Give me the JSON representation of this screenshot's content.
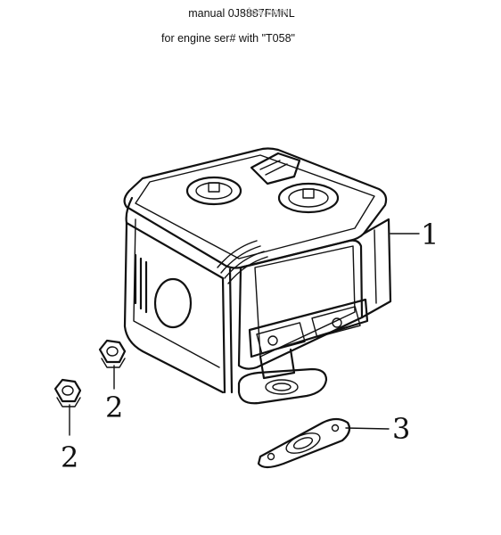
{
  "header": {
    "line1": "manual 0J8887FMNL",
    "line2": "for engine ser# with \"T058\""
  },
  "watermark": "...los.com",
  "callouts": [
    {
      "id": "1",
      "label": "1"
    },
    {
      "id": "2a",
      "label": "2"
    },
    {
      "id": "2b",
      "label": "2"
    },
    {
      "id": "3",
      "label": "3"
    }
  ]
}
